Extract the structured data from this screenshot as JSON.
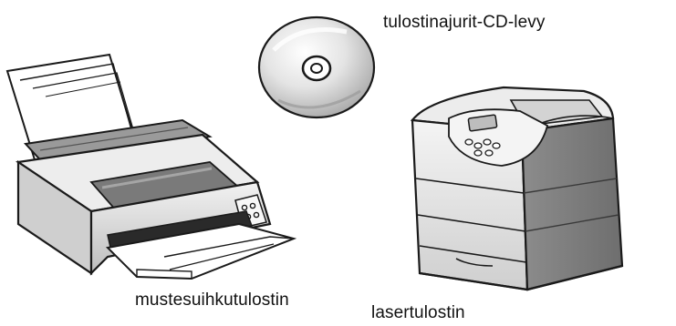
{
  "labels": {
    "cd": "tulostinajurit-CD-levy",
    "inkjet": "mustesuihkutulostin",
    "laser": "lasertulostin"
  },
  "colors": {
    "outline": "#1a1a1a",
    "body_light": "#e6e6e6",
    "body_mid": "#c4c4c4",
    "body_dark": "#8a8a8a",
    "paper": "#ffffff",
    "disc": "#d9d9d9"
  },
  "icons": {
    "cd": "cd-disc-icon",
    "inkjet": "inkjet-printer-icon",
    "laser": "laser-printer-icon"
  }
}
